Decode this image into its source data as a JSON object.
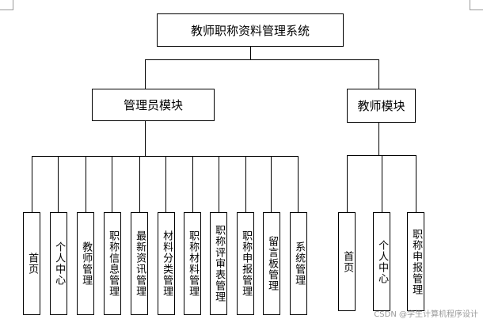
{
  "root": {
    "label": "教师职称资料管理系统"
  },
  "modules": {
    "admin": {
      "label": "管理员模块",
      "items": [
        "首页",
        "个人中心",
        "教师管理",
        "职称信息管理",
        "最新资讯管理",
        "材料分类管理",
        "职称材料管理",
        "职称评审表管理",
        "职称申报管理",
        "留言板管理",
        "系统管理"
      ]
    },
    "teacher": {
      "label": "教师模块",
      "items": [
        "首页",
        "个人中心",
        "职称申报管理"
      ]
    }
  },
  "watermark": "CSDN @学生计算机程序设计",
  "colors": {
    "line": "#000000",
    "background": "#ffffff"
  }
}
